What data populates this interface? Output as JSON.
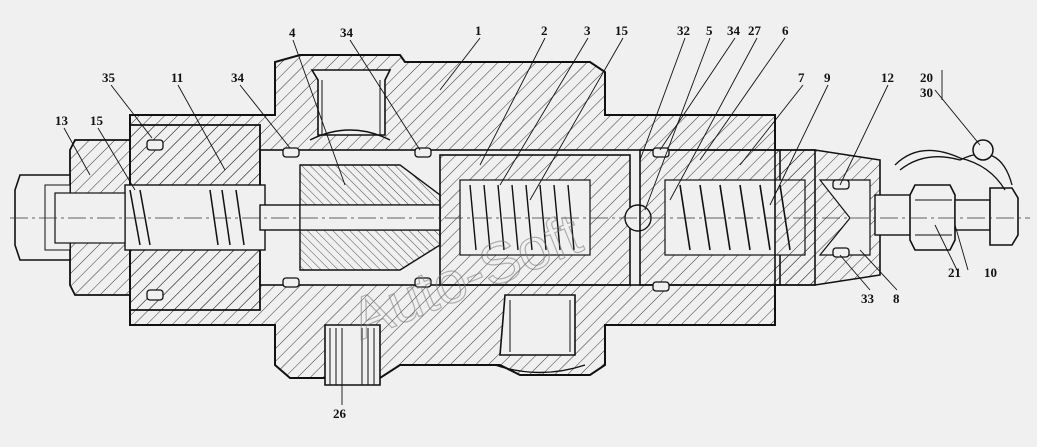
{
  "watermark": "Auto-Soft",
  "callouts": [
    {
      "id": "c1",
      "text": "1"
    },
    {
      "id": "c2",
      "text": "2"
    },
    {
      "id": "c3",
      "text": "3"
    },
    {
      "id": "c4",
      "text": "4"
    },
    {
      "id": "c5",
      "text": "5"
    },
    {
      "id": "c6",
      "text": "6"
    },
    {
      "id": "c7",
      "text": "7"
    },
    {
      "id": "c8",
      "text": "8"
    },
    {
      "id": "c9",
      "text": "9"
    },
    {
      "id": "c10",
      "text": "10"
    },
    {
      "id": "c11",
      "text": "11"
    },
    {
      "id": "c12",
      "text": "12"
    },
    {
      "id": "c13",
      "text": "13"
    },
    {
      "id": "c15a",
      "text": "15"
    },
    {
      "id": "c15b",
      "text": "15"
    },
    {
      "id": "c20",
      "text": "20"
    },
    {
      "id": "c21",
      "text": "21"
    },
    {
      "id": "c26",
      "text": "26"
    },
    {
      "id": "c27",
      "text": "27"
    },
    {
      "id": "c30",
      "text": "30"
    },
    {
      "id": "c32",
      "text": "32"
    },
    {
      "id": "c33",
      "text": "33"
    },
    {
      "id": "c34a",
      "text": "34"
    },
    {
      "id": "c34b",
      "text": "34"
    },
    {
      "id": "c34c",
      "text": "34"
    },
    {
      "id": "c35",
      "text": "35"
    }
  ]
}
